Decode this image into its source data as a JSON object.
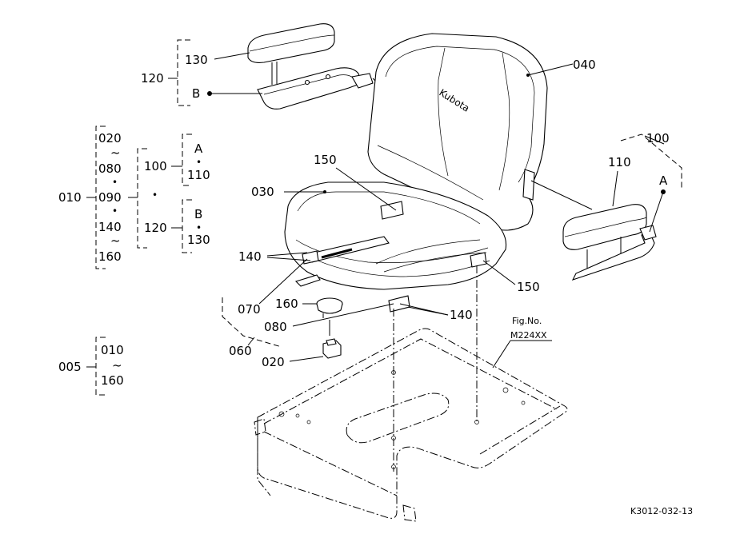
{
  "labels": {
    "p005": "005",
    "p010": "010",
    "p010_020": "020",
    "p010_080": "080",
    "p010_090": "090",
    "p010_140": "140",
    "p010_160": "160",
    "p005_010": "010",
    "p005_160": "160",
    "tilde": "~",
    "dot": "•",
    "p100_list": "100",
    "p120_list": "120",
    "grpA": "A",
    "grpA_110": "110",
    "grpB": "B",
    "grpB_130": "130",
    "p120": "120",
    "p130": "130",
    "refB": "B",
    "p040": "040",
    "p150_top": "150",
    "p030": "030",
    "p140_left": "140",
    "p070": "070",
    "p160": "160",
    "p080": "080",
    "p060": "060",
    "p020": "020",
    "p140_right": "140",
    "p150_right": "150",
    "p100": "100",
    "p110": "110",
    "refA": "A",
    "fig_no": "Fig.No.",
    "fig_ref": "M224XX",
    "brand": "Kubota",
    "drawing_no": "K3012-032-13"
  },
  "colors": {
    "line": "#000000",
    "background": "#ffffff"
  }
}
